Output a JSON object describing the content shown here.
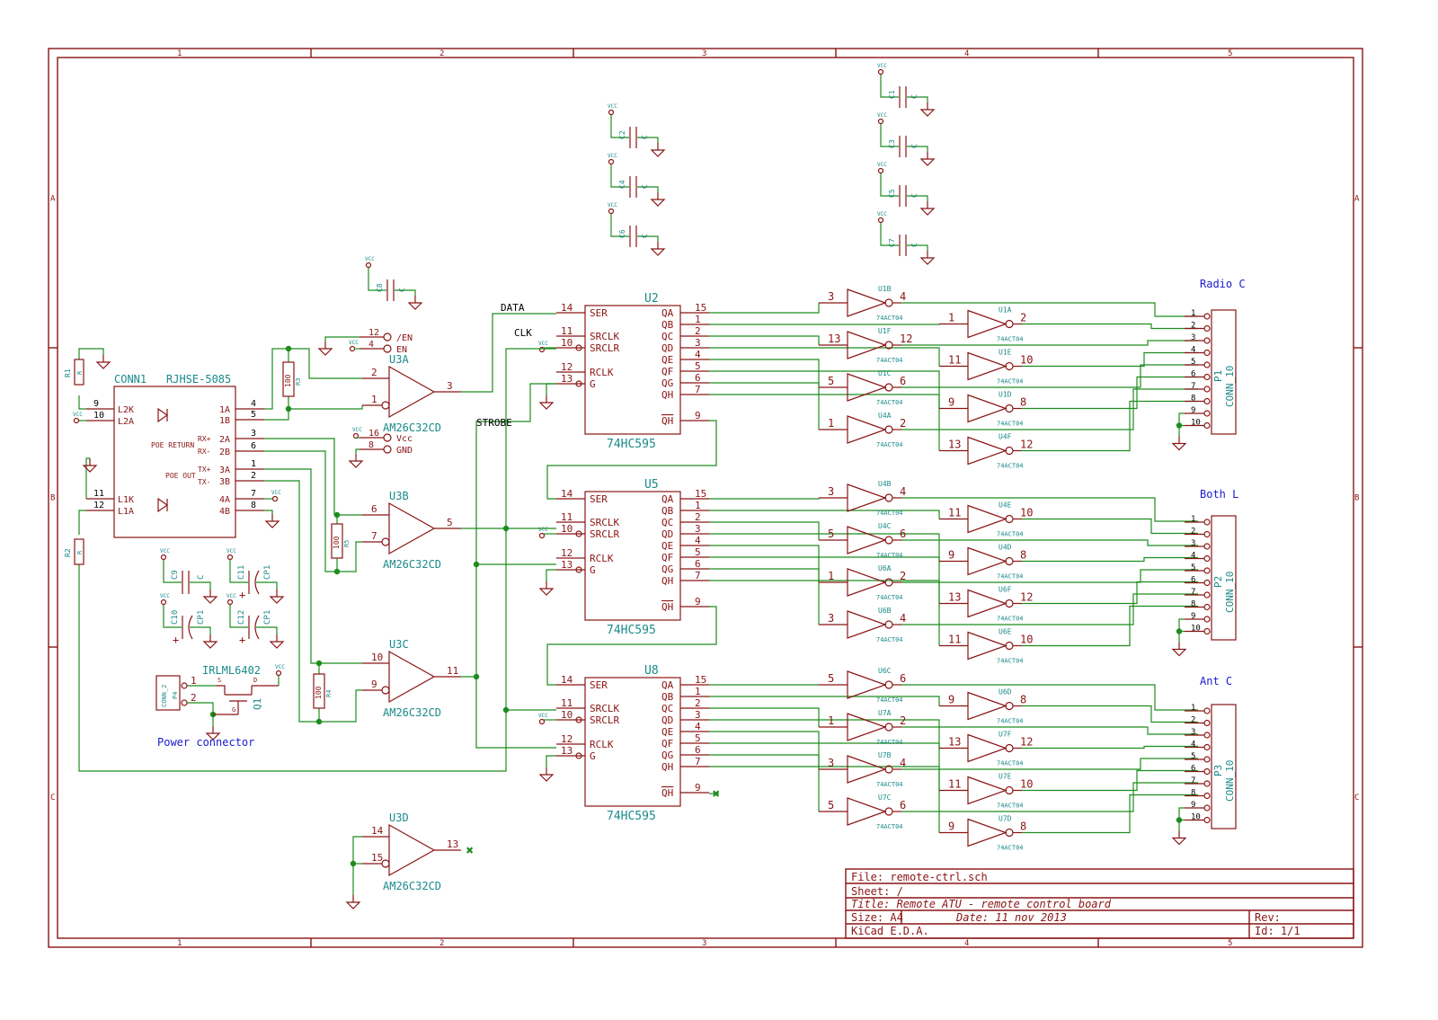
{
  "border": {
    "cols": [
      "1",
      "2",
      "3",
      "4",
      "5"
    ],
    "rows": [
      "A",
      "B",
      "C"
    ]
  },
  "title_block": {
    "file": "File: remote-ctrl.sch",
    "sheet": "Sheet: /",
    "title": "Title: Remote ATU - remote control board",
    "size": "Size: A4",
    "date": "Date: 11 nov 2013",
    "rev": "Rev:",
    "tool": "KiCad E.D.A.",
    "id": "Id: 1/1"
  },
  "net_labels": {
    "data": "DATA",
    "clk": "CLK",
    "strobe": "STROBE"
  },
  "annotations": {
    "power_connector": "Power connector",
    "radio_c": "Radio C",
    "both_l": "Both L",
    "ant_c": "Ant C"
  },
  "conn1": {
    "ref": "CONN1",
    "value": "RJHSE-5085",
    "pins_left": [
      {
        "name": "L2K",
        "num": "9"
      },
      {
        "name": "L2A",
        "num": "10"
      },
      {
        "name": "L1K",
        "num": "11"
      },
      {
        "name": "L1A",
        "num": "12"
      }
    ],
    "pins_right": [
      {
        "name": "1A",
        "num": "4"
      },
      {
        "name": "1B",
        "num": "5"
      },
      {
        "name": "2A",
        "num": "3"
      },
      {
        "name": "2B",
        "num": "6"
      },
      {
        "name": "3A",
        "num": "1"
      },
      {
        "name": "3B",
        "num": "2"
      },
      {
        "name": "4A",
        "num": "7"
      },
      {
        "name": "4B",
        "num": "8"
      }
    ],
    "labels": [
      "POE RETURN",
      "RX+",
      "RX-",
      "POE OUT",
      "TX+",
      "TX-"
    ]
  },
  "u3": {
    "value": "AM26C32CD",
    "units": [
      {
        "ref": "U3A",
        "in1": "2",
        "in2": "1",
        "out": "3"
      },
      {
        "ref": "U3B",
        "in1": "6",
        "in2": "7",
        "out": "5"
      },
      {
        "ref": "U3C",
        "in1": "10",
        "in2": "9",
        "out": "11"
      },
      {
        "ref": "U3D",
        "in1": "14",
        "in2": "15",
        "out": "13"
      }
    ],
    "pwr": [
      {
        "num": "12",
        "name": "/EN"
      },
      {
        "num": "4",
        "name": "EN"
      },
      {
        "num": "16",
        "name": "Vcc"
      },
      {
        "num": "8",
        "name": "GND"
      }
    ]
  },
  "shift_registers": [
    {
      "ref": "U2",
      "value": "74HC595"
    },
    {
      "ref": "U5",
      "value": "74HC595"
    },
    {
      "ref": "U8",
      "value": "74HC595"
    }
  ],
  "sr_pins_left": [
    {
      "name": "SER",
      "num": "14"
    },
    {
      "name": "SRCLK",
      "num": "11"
    },
    {
      "name": "SRCLR",
      "num": "10"
    },
    {
      "name": "RCLK",
      "num": "12"
    },
    {
      "name": "G",
      "num": "13"
    }
  ],
  "sr_pins_right": [
    {
      "name": "QA",
      "num": "15"
    },
    {
      "name": "QB",
      "num": "1"
    },
    {
      "name": "QC",
      "num": "2"
    },
    {
      "name": "QD",
      "num": "3"
    },
    {
      "name": "QE",
      "num": "4"
    },
    {
      "name": "QF",
      "num": "5"
    },
    {
      "name": "QG",
      "num": "6"
    },
    {
      "name": "QH",
      "num": "7"
    },
    {
      "name": "QH",
      "num": "9"
    }
  ],
  "inverter_value": "74ACT04",
  "inverters": [
    [
      {
        "ref": "U1B",
        "i": "3",
        "o": "4"
      },
      {
        "ref": "U1A",
        "i": "1",
        "o": "2"
      },
      {
        "ref": "U1F",
        "i": "13",
        "o": "12"
      },
      {
        "ref": "U1E",
        "i": "11",
        "o": "10"
      },
      {
        "ref": "U1C",
        "i": "5",
        "o": "6"
      },
      {
        "ref": "U1D",
        "i": "9",
        "o": "8"
      },
      {
        "ref": "U4A",
        "i": "1",
        "o": "2"
      },
      {
        "ref": "U4F",
        "i": "13",
        "o": "12"
      }
    ],
    [
      {
        "ref": "U4B",
        "i": "3",
        "o": "4"
      },
      {
        "ref": "U4E",
        "i": "11",
        "o": "10"
      },
      {
        "ref": "U4C",
        "i": "5",
        "o": "6"
      },
      {
        "ref": "U4D",
        "i": "9",
        "o": "8"
      },
      {
        "ref": "U6A",
        "i": "1",
        "o": "2"
      },
      {
        "ref": "U6F",
        "i": "13",
        "o": "12"
      },
      {
        "ref": "U6B",
        "i": "3",
        "o": "4"
      },
      {
        "ref": "U6E",
        "i": "11",
        "o": "10"
      }
    ],
    [
      {
        "ref": "U6C",
        "i": "5",
        "o": "6"
      },
      {
        "ref": "U6D",
        "i": "9",
        "o": "8"
      },
      {
        "ref": "U7A",
        "i": "1",
        "o": "2"
      },
      {
        "ref": "U7F",
        "i": "13",
        "o": "12"
      },
      {
        "ref": "U7B",
        "i": "3",
        "o": "4"
      },
      {
        "ref": "U7E",
        "i": "11",
        "o": "10"
      },
      {
        "ref": "U7C",
        "i": "5",
        "o": "6"
      },
      {
        "ref": "U7D",
        "i": "9",
        "o": "8"
      }
    ]
  ],
  "connectors": [
    {
      "ref": "P1",
      "value": "CONN_10"
    },
    {
      "ref": "P2",
      "value": "CONN_10"
    },
    {
      "ref": "P3",
      "value": "CONN_10"
    }
  ],
  "conn_pins": [
    "1",
    "2",
    "3",
    "4",
    "5",
    "6",
    "7",
    "8",
    "9",
    "10"
  ],
  "caps_top": [
    {
      "ref": "C1",
      "value": "C"
    },
    {
      "ref": "C2",
      "value": "C"
    },
    {
      "ref": "C3",
      "value": "C"
    },
    {
      "ref": "C4",
      "value": "C"
    },
    {
      "ref": "C5",
      "value": "C"
    },
    {
      "ref": "C6",
      "value": "C"
    },
    {
      "ref": "C7",
      "value": "C"
    },
    {
      "ref": "C8",
      "value": "C"
    }
  ],
  "caps_bottom": [
    {
      "ref": "C9",
      "value": "C"
    },
    {
      "ref": "C11",
      "value": "CP1"
    },
    {
      "ref": "C10",
      "value": "CP1"
    },
    {
      "ref": "C12",
      "value": "CP1"
    }
  ],
  "resistors": [
    {
      "ref": "R1",
      "value": "R"
    },
    {
      "ref": "R2",
      "value": "R"
    },
    {
      "ref": "R3",
      "value": "100"
    },
    {
      "ref": "R5",
      "value": "100"
    },
    {
      "ref": "R4",
      "value": "100"
    }
  ],
  "vcc_label": "VCC",
  "mosfet": {
    "ref": "Q1",
    "value": "IRLML6402",
    "pins": [
      "S",
      "D",
      "G"
    ]
  },
  "p4": {
    "ref": "P4",
    "value": "CONN_2",
    "pins": [
      "1",
      "2"
    ]
  }
}
